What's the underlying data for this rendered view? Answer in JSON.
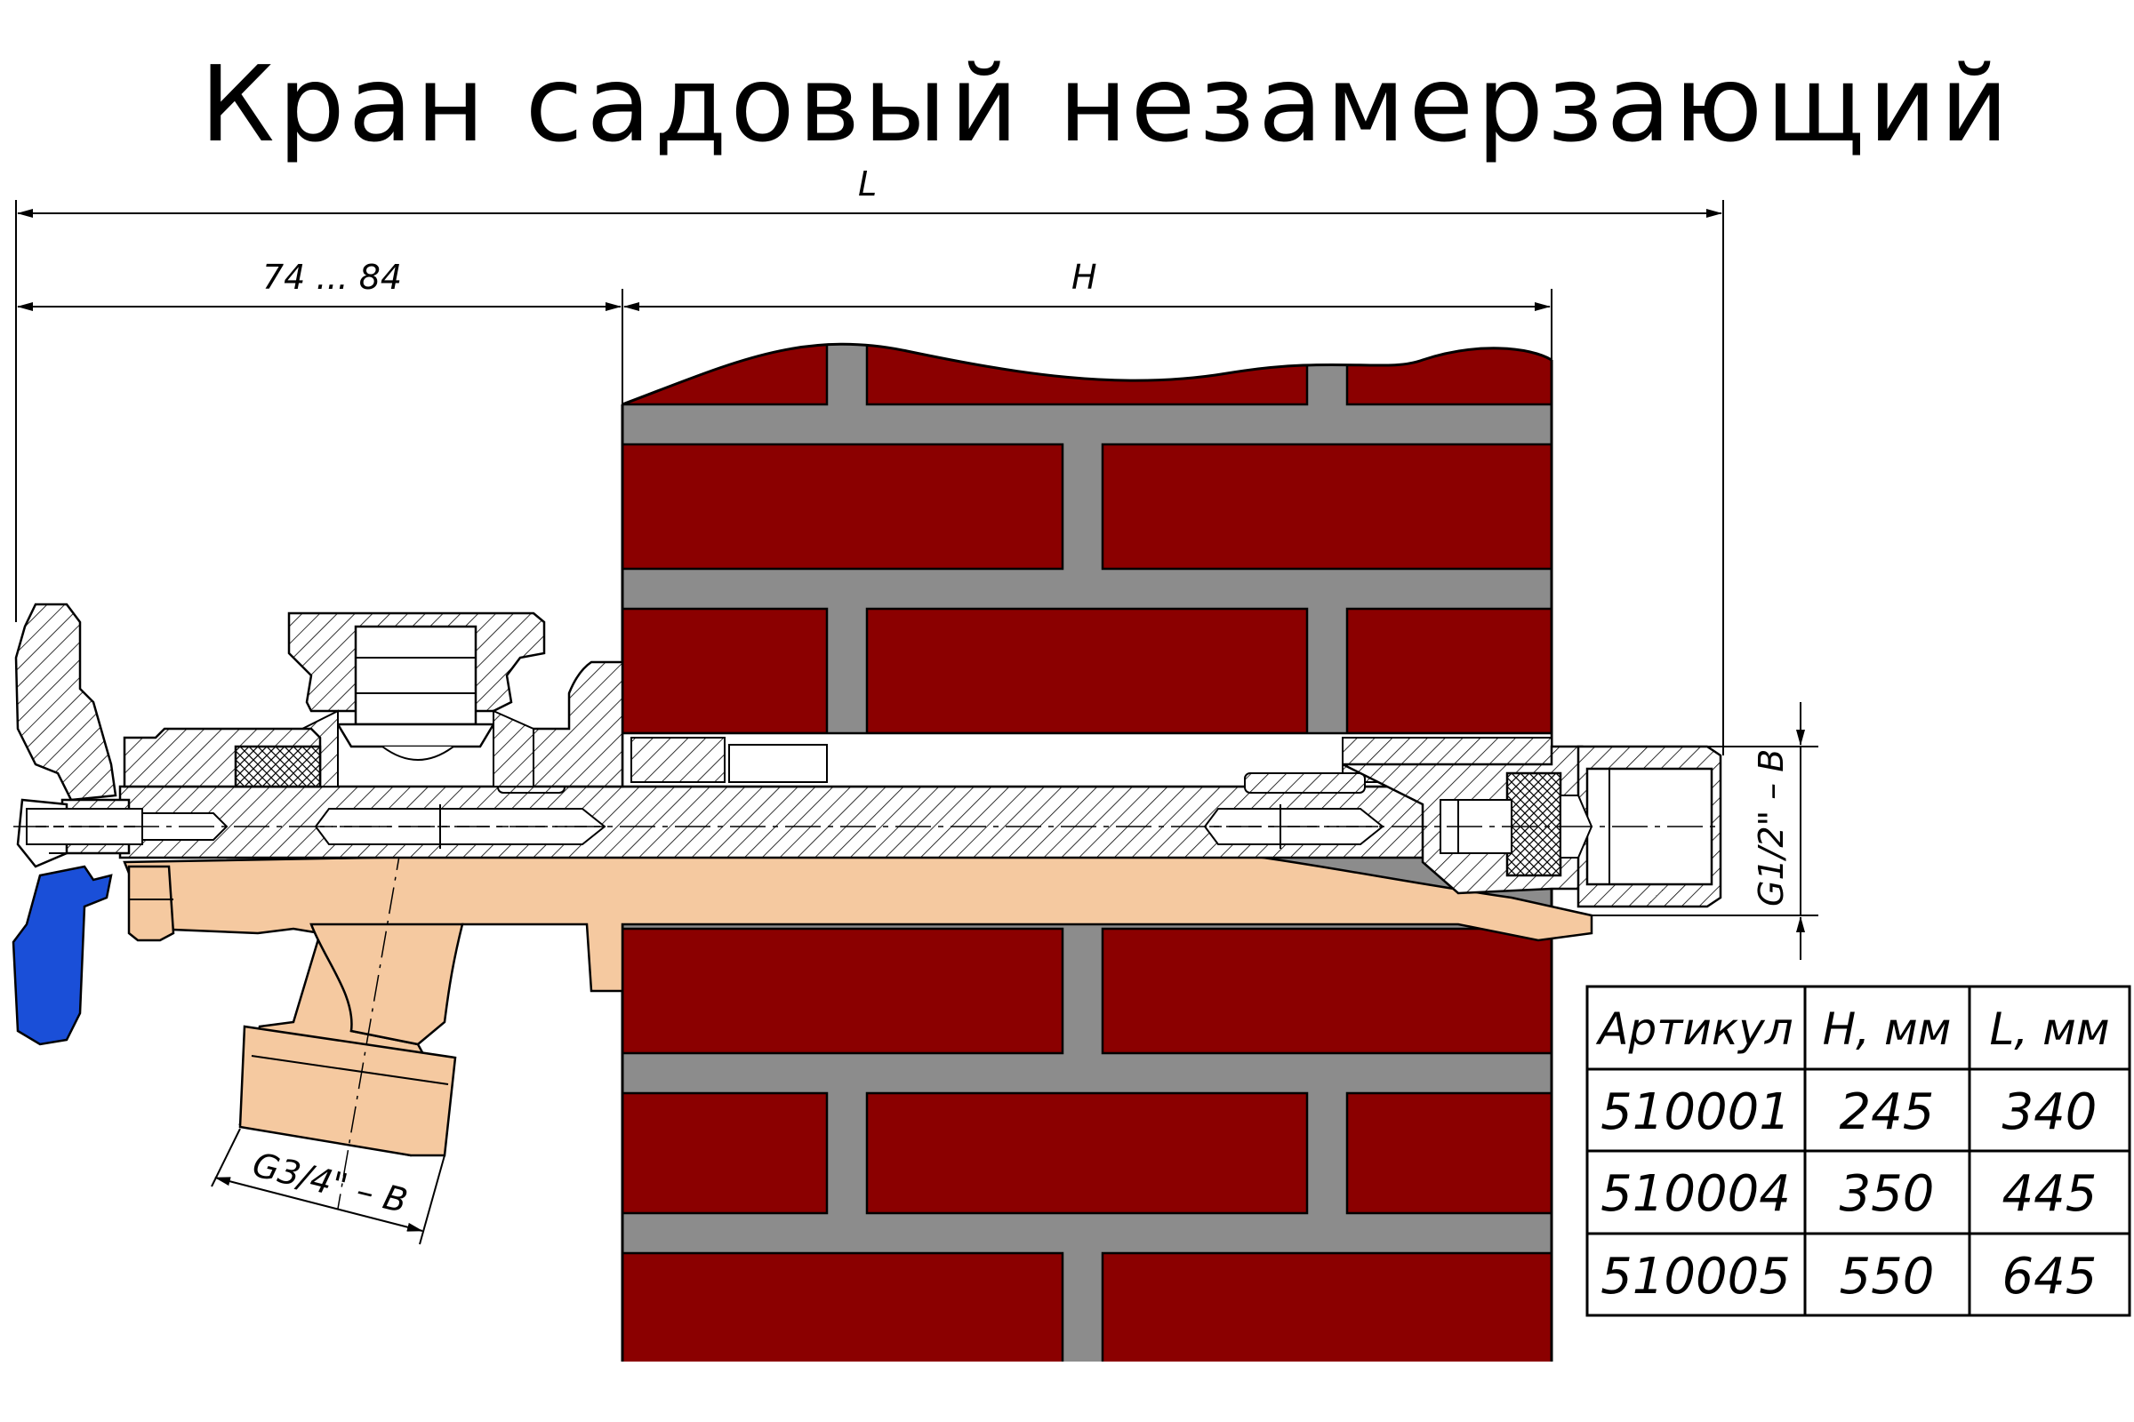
{
  "title": "Кран садовый незамерзающий",
  "dimensions": {
    "overall": "L",
    "outer_part": "74 ... 84",
    "wall_part": "H",
    "outlet_thread": "G3/4\" – B",
    "inlet_thread": "G1/2\" – B"
  },
  "table": {
    "headers": [
      "Артикул",
      "H, мм",
      "L, мм"
    ],
    "rows": [
      [
        "510001",
        "245",
        "340"
      ],
      [
        "510004",
        "350",
        "445"
      ],
      [
        "510005",
        "550",
        "645"
      ]
    ]
  },
  "colors": {
    "brick": "#8b0000",
    "mortar": "#8c8c8c",
    "handle": "#1a4fd8",
    "brass_body": "#f5c9a0",
    "line": "#000000"
  }
}
